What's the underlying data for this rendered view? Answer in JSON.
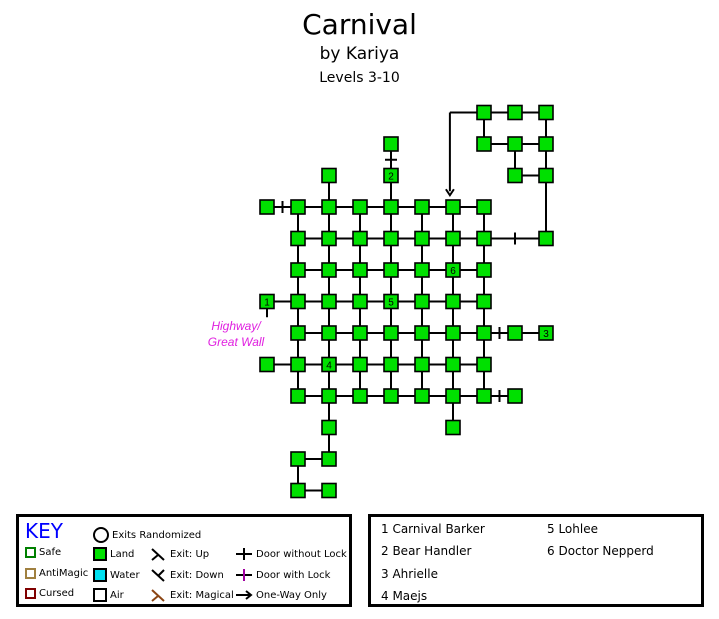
{
  "header": {
    "title": "Carnival",
    "author": "by  Kariya",
    "levels": "Levels  3-10"
  },
  "map": {
    "exit_label": "Highway/\nGreat Wall",
    "room_labels": [
      "1",
      "2",
      "3",
      "4",
      "5",
      "6"
    ]
  },
  "key": {
    "title": "KEY",
    "exits_randomized": "Exits Randomized",
    "safe": "Safe",
    "antimagic": "AntiMagic",
    "cursed": "Cursed",
    "land": "Land",
    "water": "Water",
    "air": "Air",
    "exit_up": "Exit: Up",
    "exit_down": "Exit: Down",
    "exit_magical": "Exit: Magical",
    "door_no_lock": "Door without Lock",
    "door_lock": "Door with Lock",
    "one_way": "One-Way Only",
    "colors": {
      "land": "#00e000",
      "water": "#00e0f0",
      "safe_border": "#008000",
      "antimagic_border": "#a08040",
      "cursed_border": "#800000",
      "magical_exit": "#8b4513",
      "lock_door": "#a000a0"
    }
  },
  "legend": {
    "items": [
      "1 Carnival Barker",
      "2 Bear Handler",
      "3 Ahrielle",
      "4 Maejs",
      "5 Lohlee",
      "6 Doctor Nepperd"
    ]
  }
}
